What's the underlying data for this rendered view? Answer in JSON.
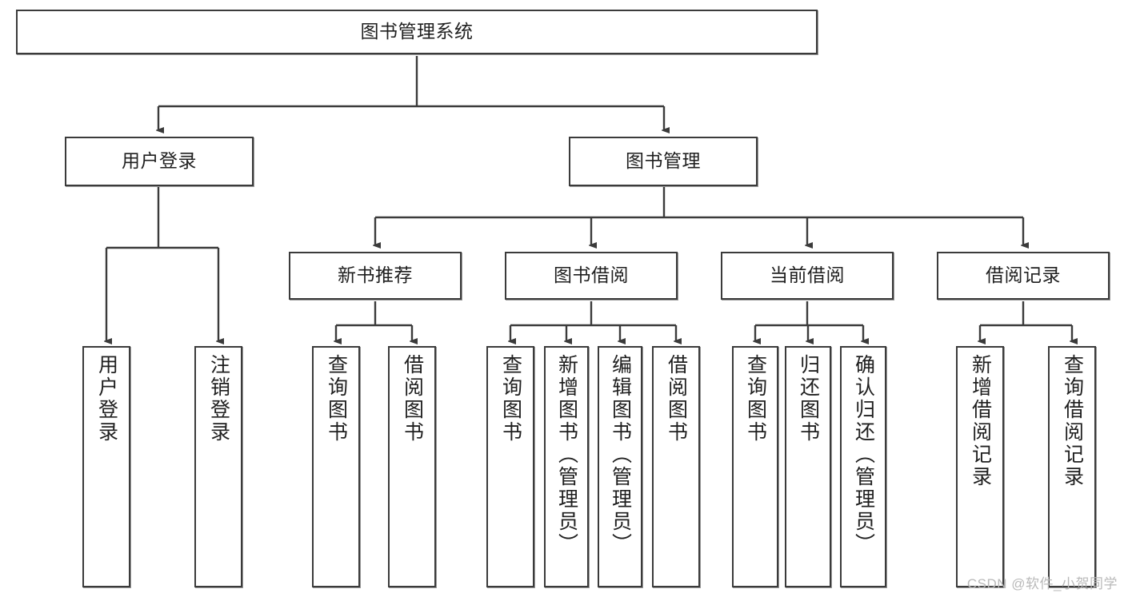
{
  "diagram": {
    "title": "图书管理系统",
    "type": "tree-hierarchy-diagram",
    "colors": {
      "box_border": "#3b3b3b",
      "box_fill": "#ffffff",
      "connector": "#3b3b3b",
      "watermark": "#b9b9b9",
      "background": "#ffffff"
    },
    "root": {
      "label": "图书管理系统"
    },
    "level2": [
      {
        "label": "用户登录"
      },
      {
        "label": "图书管理"
      }
    ],
    "level3": [
      {
        "label": "新书推荐"
      },
      {
        "label": "图书借阅"
      },
      {
        "label": "当前借阅"
      },
      {
        "label": "借阅记录"
      }
    ],
    "leaves": {
      "user_login": [
        {
          "label": "用户登录"
        },
        {
          "label": "注销登录"
        }
      ],
      "new_book_recommend": [
        {
          "label": "查询图书"
        },
        {
          "label": "借阅图书"
        }
      ],
      "book_borrow": [
        {
          "label": "查询图书"
        },
        {
          "label": "新增图书（管理员）"
        },
        {
          "label": "编辑图书（管理员）"
        },
        {
          "label": "借阅图书"
        }
      ],
      "current_borrow": [
        {
          "label": "查询图书"
        },
        {
          "label": "归还图书"
        },
        {
          "label": "确认归还（管理员）"
        }
      ],
      "borrow_record": [
        {
          "label": "新增借阅记录"
        },
        {
          "label": "查询借阅记录"
        }
      ]
    }
  },
  "watermark": {
    "text": "CSDN @软件_小贺同学"
  }
}
